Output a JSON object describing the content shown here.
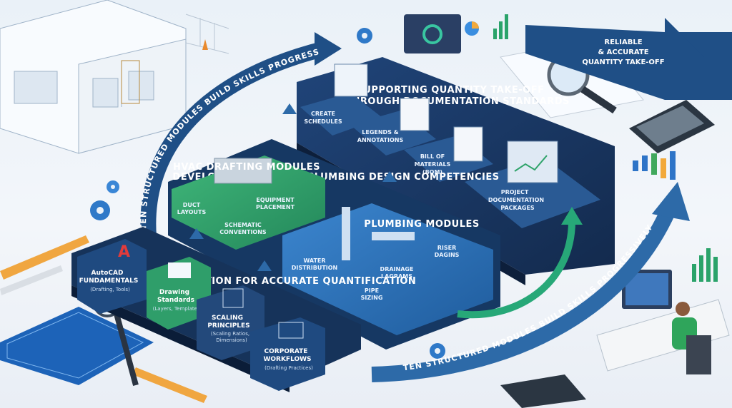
{
  "banner": {
    "lines": [
      "RELIABLE",
      "& ACCURATE",
      "QUANTITY TAKE-OFF"
    ]
  },
  "arc_top": "TEN STRUCTURED MODULES BUILD SKILLS PROGRESSIVELY",
  "arc_bottom": "TEN STRUCTURED MODULES BUILD SKILLS PROGRESSIVELY",
  "tier1": {
    "title": "BUILDING THE FOUNDATION FOR ACCURATE QUANTIFICATION",
    "modules": [
      {
        "title": [
          "AutoCAD",
          "FUNDAMENTALS"
        ],
        "sub": [
          "(Drafting, Tools)"
        ]
      },
      {
        "title": [
          "Drawing",
          "Standards"
        ],
        "sub": [
          "(Layers, Templates)"
        ]
      },
      {
        "title": [
          "SCALING",
          "PRINCIPLES"
        ],
        "sub": [
          "(Scaling Ratios,",
          "Dimensions)"
        ]
      },
      {
        "title": [
          "CORPORATE",
          "WORKFLOWS"
        ],
        "sub": [
          "(Drafting Practices)"
        ]
      }
    ]
  },
  "tier2": {
    "title": "DEVELOPING HVAC AND PLUMBING DESIGN COMPETENCIES",
    "hvac_title": "HVAC DRAFTING MODULES",
    "hvac_items": [
      [
        "DUCT",
        "LAYOUTS"
      ],
      [
        "EQUIPMENT",
        "PLACEMENT"
      ],
      [
        "SCHEMATIC",
        "CONVENTIONS"
      ]
    ],
    "plumbing_title": "PLUMBING MODULES",
    "plumbing_items": [
      [
        "WATER",
        "DISTRIBUTION"
      ],
      [
        "RISER",
        "DAGINS"
      ],
      [
        "DRAINAGE",
        "LAGRAMS"
      ],
      [
        "PIPE",
        "SIZING"
      ]
    ]
  },
  "tier3": {
    "title": [
      "SUPPORTING QUANTITY TAKE-OFF",
      "THROUGH DOCUMENTATION STANDARDS"
    ],
    "modules": [
      {
        "title": [
          "CREATE",
          "SCHEDULES"
        ]
      },
      {
        "title": [
          "LEGENDS &",
          "ANNOTATIONS"
        ]
      },
      {
        "title": [
          "BILL OF",
          "MATERIALS",
          "(BOM)"
        ]
      },
      {
        "title": [
          "PROJECT",
          "DOCUMENTATION",
          "PACKAGES"
        ]
      }
    ]
  },
  "colors": {
    "tier1": "#1c3a63",
    "tier2_green": "#2f9e6a",
    "tier2_blue": "#2a6fb0",
    "tier3": "#173259",
    "arrow": "#1f4f86",
    "accent": "#22b0a0"
  }
}
